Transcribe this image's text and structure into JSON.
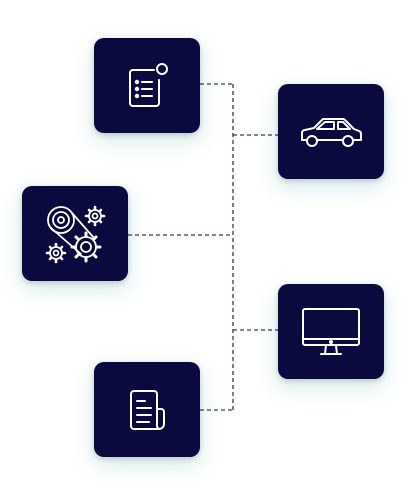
{
  "colors": {
    "tile_background": "#0b0a3f",
    "icon_stroke": "#ffffff",
    "connector": "#2c3a5e",
    "glow": "#b7f0e3"
  },
  "nodes": [
    {
      "id": "checklist",
      "icon": "checklist-document-icon"
    },
    {
      "id": "gears",
      "icon": "gears-belt-icon"
    },
    {
      "id": "document",
      "icon": "document-icon"
    },
    {
      "id": "car",
      "icon": "car-icon"
    },
    {
      "id": "monitor",
      "icon": "monitor-icon"
    }
  ],
  "edges": [
    {
      "from": "checklist",
      "to": "trunk"
    },
    {
      "from": "gears",
      "to": "trunk"
    },
    {
      "from": "document",
      "to": "trunk"
    },
    {
      "from": "trunk",
      "to": "car"
    },
    {
      "from": "trunk",
      "to": "monitor"
    }
  ]
}
